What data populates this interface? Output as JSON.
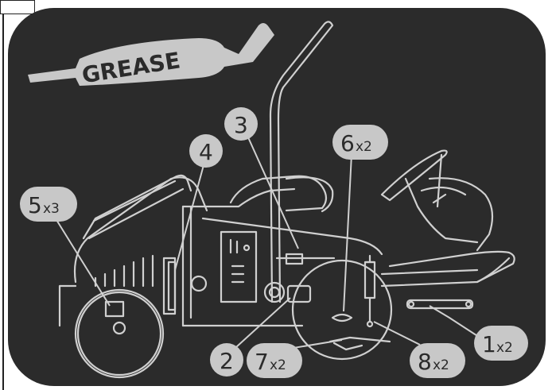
{
  "title": "GREASE",
  "callouts": [
    {
      "id": "1",
      "number": "1",
      "qty": "x2"
    },
    {
      "id": "2",
      "number": "2",
      "qty": ""
    },
    {
      "id": "3",
      "number": "3",
      "qty": ""
    },
    {
      "id": "4",
      "number": "4",
      "qty": ""
    },
    {
      "id": "5",
      "number": "5",
      "qty": "x3"
    },
    {
      "id": "6",
      "number": "6",
      "qty": "x2"
    },
    {
      "id": "7",
      "number": "7",
      "qty": "x2"
    },
    {
      "id": "8",
      "number": "8",
      "qty": "x2"
    }
  ],
  "colors": {
    "background": "#2b2b2b",
    "label_fill": "#c8c8c8",
    "line": "#d0d0d0",
    "text_dark": "#2b2b2b"
  }
}
